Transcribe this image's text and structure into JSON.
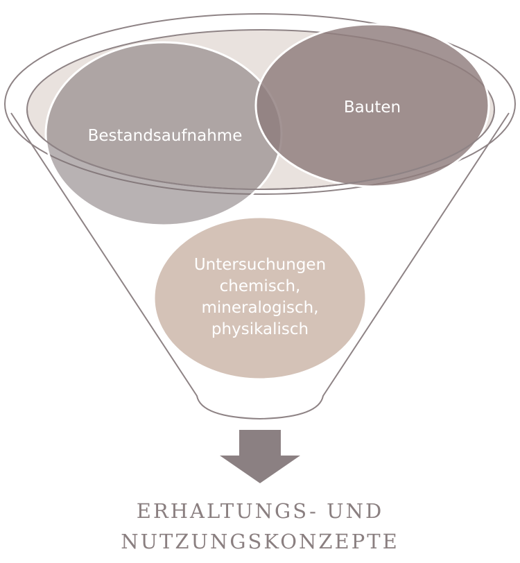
{
  "diagram": {
    "inputs": [
      {
        "label": "Bestandsaufnahme"
      },
      {
        "label": "Bauten"
      }
    ],
    "process": {
      "lines": [
        "Untersuchungen",
        "chemisch,",
        "mineralogisch,",
        "physikalisch"
      ]
    },
    "output": {
      "lines": [
        "ERHALTUNGS- UND",
        "NUTZUNGSKONZEPTE"
      ]
    }
  },
  "colors": {
    "funnel_outline": "#8e8385",
    "rim_fill": "#e9e2de",
    "bestandsaufnahme_fill": "#7d7274",
    "bauten_fill": "#8f7c7d",
    "untersuchungen_fill": "#d4c2b7",
    "arrow_fill": "#8b8082",
    "output_text": "#8a7f80"
  }
}
